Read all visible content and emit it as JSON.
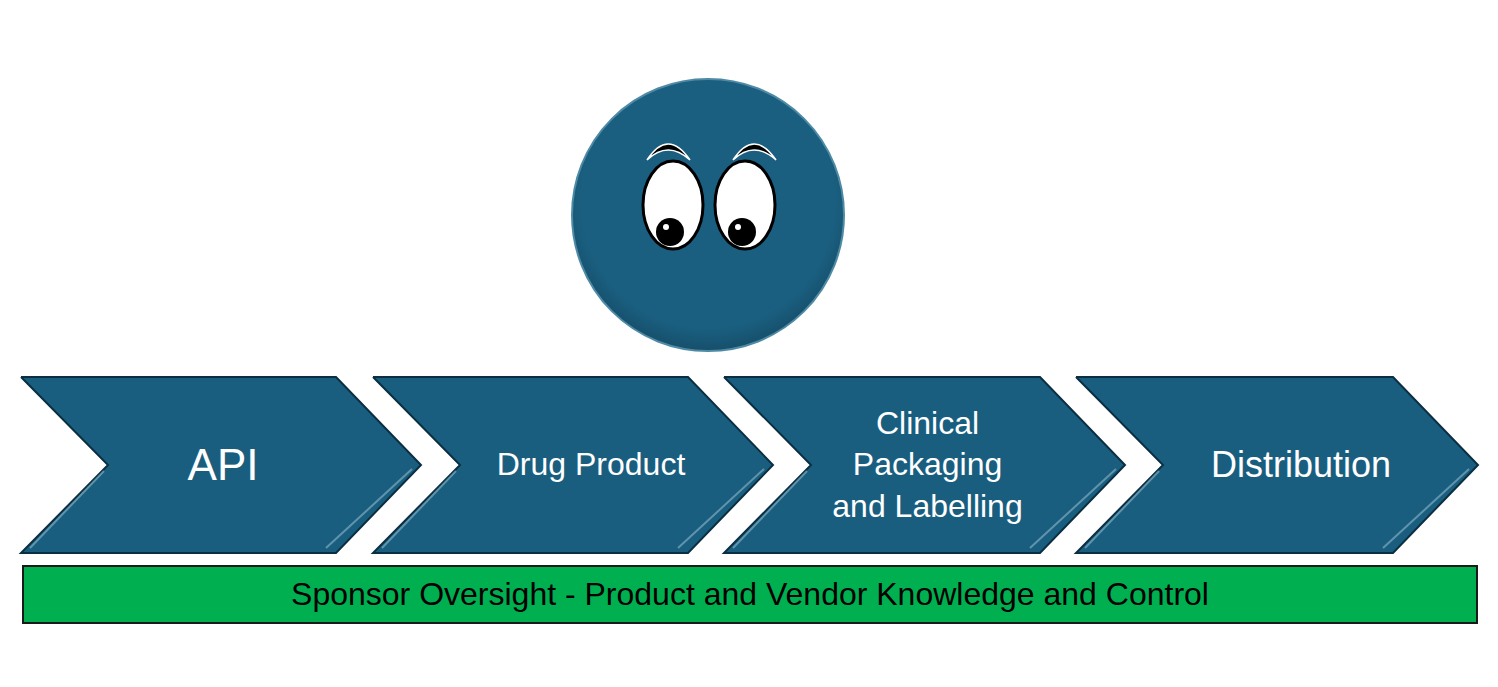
{
  "diagram": {
    "nodes": [
      {
        "text": [
          "API"
        ]
      },
      {
        "text": [
          "Drug Product"
        ]
      },
      {
        "text": [
          "Clinical Packaging and Labelling"
        ]
      },
      {
        "text": [
          "Distribution"
        ]
      },
      {
        "text": [
          "Sponsor Oversight - Product and Vendor Knowledge and Control"
        ]
      }
    ]
  }
}
